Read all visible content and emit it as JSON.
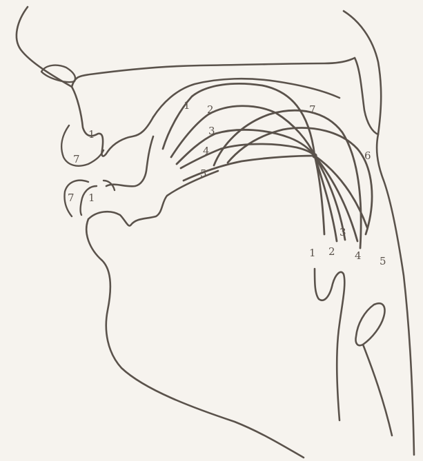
{
  "diagram": {
    "ink_color": "#5a524b",
    "paper_color": "#f6f3ee",
    "lip_labels": [
      {
        "id": "upper-lip-1",
        "text": "1"
      },
      {
        "id": "upper-lip-7",
        "text": "7"
      },
      {
        "id": "lower-lip-7",
        "text": "7"
      },
      {
        "id": "lower-lip-1",
        "text": "1"
      }
    ],
    "tongue_labels": [
      {
        "id": "front-1",
        "text": "1"
      },
      {
        "id": "front-2",
        "text": "2"
      },
      {
        "id": "front-3",
        "text": "3"
      },
      {
        "id": "front-4",
        "text": "4"
      },
      {
        "id": "front-5",
        "text": "5"
      },
      {
        "id": "back-7",
        "text": "7"
      },
      {
        "id": "back-6",
        "text": "6"
      },
      {
        "id": "root-1",
        "text": "1"
      },
      {
        "id": "root-2",
        "text": "2"
      },
      {
        "id": "root-3",
        "text": "3"
      },
      {
        "id": "root-4",
        "text": "4"
      },
      {
        "id": "root-5",
        "text": "5"
      }
    ]
  }
}
